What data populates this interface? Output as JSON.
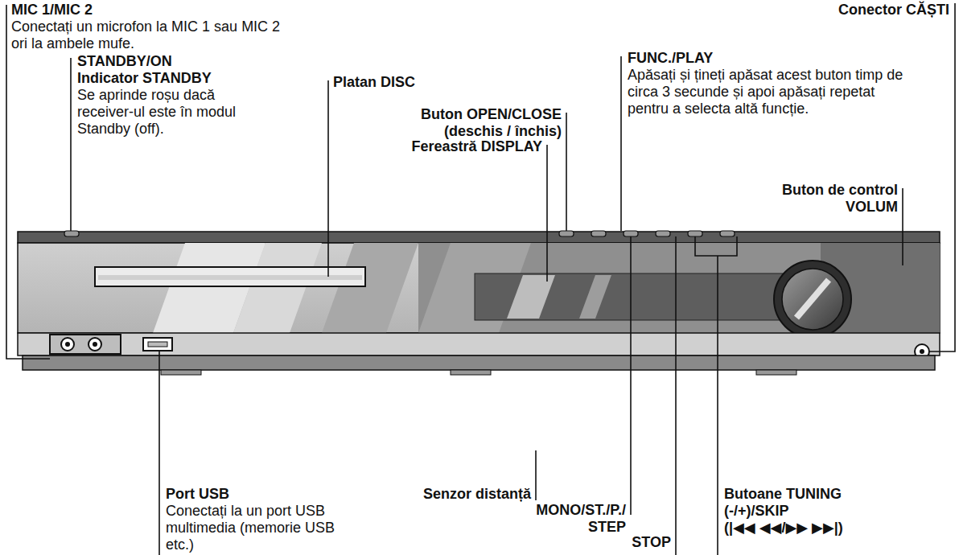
{
  "diagram": {
    "labels": [
      "MIC 1/MIC 2",
      "Conectați un microfon la MIC 1 sau MIC 2 ori la ambele mufe.",
      "STANDBY/ON",
      "Indicator STANDBY",
      "Se aprinde roșu dacă receiver-ul este în modul Standby (off).",
      "Platan DISC",
      "Buton OPEN/CLOSE",
      "(deschis / închis)",
      "Fereastră DISPLAY",
      "FUNC./PLAY",
      "Apăsați și țineți apăsat acest buton timp de circa 3 secunde și apoi apăsați repetat pentru a selecta altă funcție.",
      "Buton de control",
      "VOLUM",
      "Conector CĂȘTI",
      "Senzor distanță",
      "Port USB",
      "Conectați la un port USB multimedia (memorie USB etc.)",
      "MONO/ST./P./",
      "STEP",
      "STOP",
      "Butoane TUNING",
      "(-/+)/SKIP",
      "(|◀◀ ◀◀/▶▶ ▶▶|)"
    ]
  }
}
